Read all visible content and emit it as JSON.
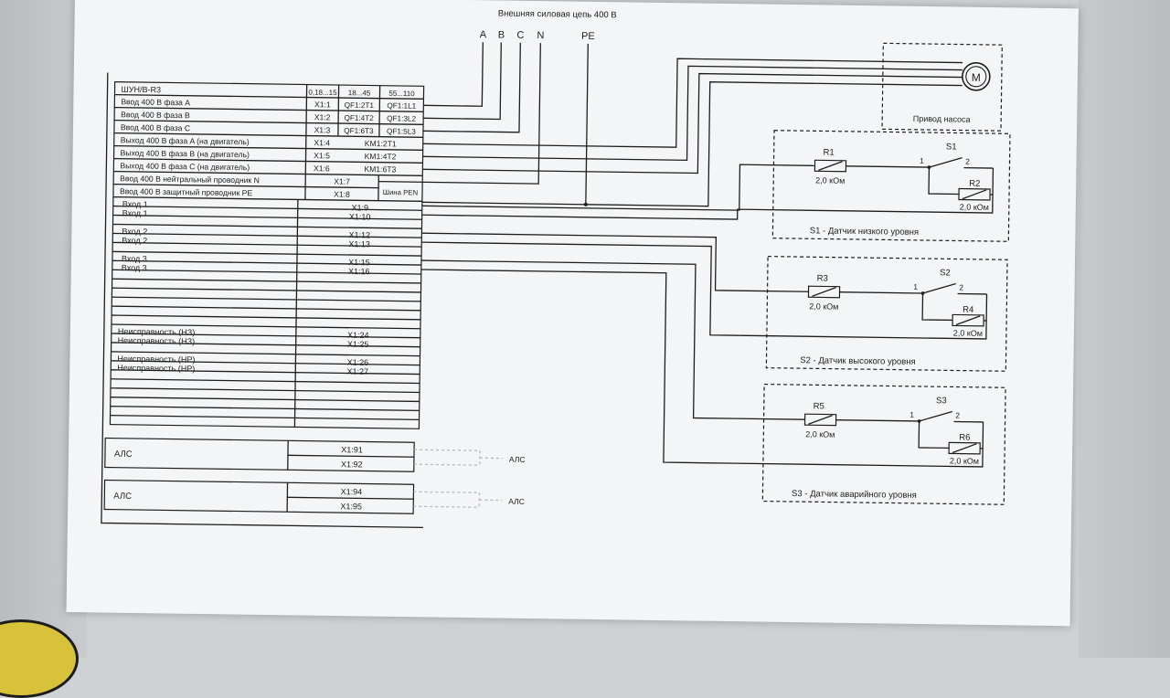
{
  "supply": {
    "title": "Внешняя силовая цепь 400 В",
    "phases": [
      "A",
      "B",
      "C",
      "N",
      "PE"
    ]
  },
  "table": {
    "header": {
      "name": "ШУН/В-R3",
      "col1": "0,18...15",
      "col2": "18...45",
      "col3": "55...110"
    },
    "rows": [
      {
        "label": "Ввод 400 В фаза A",
        "t1": "X1:1",
        "t2": "QF1:2T1",
        "t3": "QF1:1L1"
      },
      {
        "label": "Ввод 400 В фаза B",
        "t1": "X1:2",
        "t2": "QF1:4T2",
        "t3": "QF1:3L2"
      },
      {
        "label": "Ввод 400 В фаза C",
        "t1": "X1:3",
        "t2": "QF1:6T3",
        "t3": "QF1:5L3"
      },
      {
        "label": "Выход 400 В фаза A (на двигатель)",
        "t1": "X1:4",
        "t23": "KM1:2T1"
      },
      {
        "label": "Выход 400 В фаза B (на двигатель)",
        "t1": "X1:5",
        "t23": "KM1:4T2"
      },
      {
        "label": "Выход 400 В фаза C (на двигатель)",
        "t1": "X1:6",
        "t23": "KM1:6T3"
      },
      {
        "label": "Ввод 400 В нейтральный проводник N",
        "t12": "X1:7"
      },
      {
        "label": "Ввод 400 В защитный проводник PE",
        "t12": "X1:8"
      }
    ],
    "pen_bus": "Шина PEN",
    "inputs": [
      {
        "label": "Вход 1",
        "term": "X1:9"
      },
      {
        "label": "Вход 1",
        "term": "X1:10"
      },
      {
        "label": "Вход 2",
        "term": "X1:12"
      },
      {
        "label": "Вход 2",
        "term": "X1:13"
      },
      {
        "label": "Вход 3",
        "term": "X1:15"
      },
      {
        "label": "Вход 3",
        "term": "X1:16"
      }
    ],
    "faults": [
      {
        "label": "Неисправность (НЗ)",
        "term": "X1:24"
      },
      {
        "label": "Неисправность (НЗ)",
        "term": "X1:25"
      },
      {
        "label": "Неисправность (НР)",
        "term": "X1:26"
      },
      {
        "label": "Неисправность (НР)",
        "term": "X1:27"
      }
    ]
  },
  "als_blocks": [
    {
      "label": "АЛС",
      "terms": [
        "X1:91",
        "X1:92"
      ],
      "dest": "АЛС"
    },
    {
      "label": "АЛС",
      "terms": [
        "X1:94",
        "X1:95"
      ],
      "dest": "АЛС"
    }
  ],
  "motor": {
    "symbol": "M",
    "caption": "Привод насоса"
  },
  "sensors": [
    {
      "resistor_a": "R1",
      "value_a": "2,0 кОм",
      "switch": "S1",
      "pin1": "1",
      "pin2": "2",
      "resistor_b": "R2",
      "value_b": "2,0 кОм",
      "caption": "S1 - Датчик низкого уровня"
    },
    {
      "resistor_a": "R3",
      "value_a": "2,0 кОм",
      "switch": "S2",
      "pin1": "1",
      "pin2": "2",
      "resistor_b": "R4",
      "value_b": "2,0 кОм",
      "caption": "S2 - Датчик высокого уровня"
    },
    {
      "resistor_a": "R5",
      "value_a": "2,0 кОм",
      "switch": "S3",
      "pin1": "1",
      "pin2": "2",
      "resistor_b": "R6",
      "value_b": "2,0 кОм",
      "caption": "S3 - Датчик аварийного уровня"
    }
  ],
  "colors": {
    "ink": "#1d1d1d",
    "paper": "#f4f5f6",
    "faded": "#b8b8b8"
  }
}
